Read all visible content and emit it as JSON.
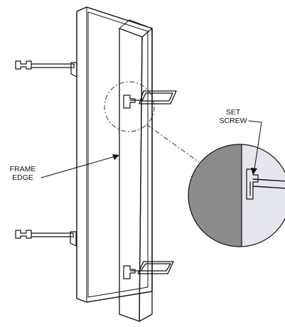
{
  "labels": {
    "frame_edge": [
      "FRAME",
      "EDGE"
    ],
    "set_screw": [
      "SET",
      "SCREW"
    ]
  },
  "colors": {
    "panel_shade": "#8c8c8c",
    "frame_light": "#e6e6ee",
    "frame_mid": "#d4d4dc",
    "line": "#111111"
  }
}
